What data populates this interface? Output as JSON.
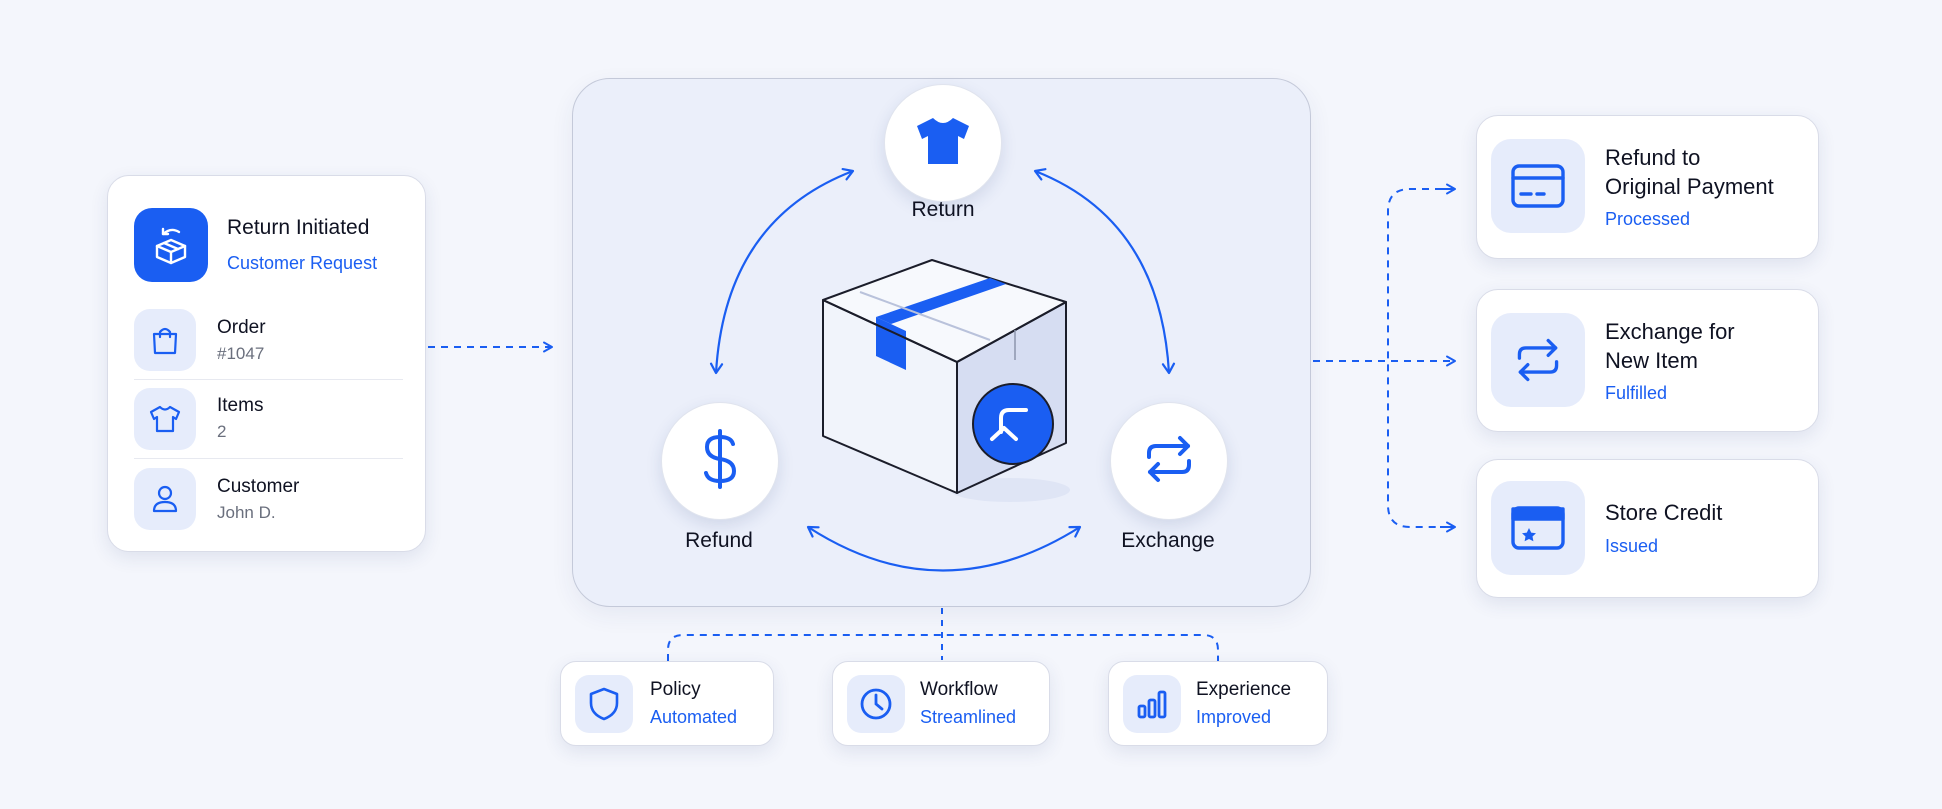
{
  "colors": {
    "accent": "#1a5ef2",
    "tile_bg": "#e6ecfb",
    "background": "#f4f6fc"
  },
  "return_card": {
    "title": "Return Initiated",
    "subtitle": "Customer Request",
    "icon": "box-return-icon",
    "rows": [
      {
        "label": "Order",
        "value": "#1047",
        "icon": "shopping-bag-icon"
      },
      {
        "label": "Items",
        "value": "2",
        "icon": "tshirt-icon"
      },
      {
        "label": "Customer",
        "value": "John D.",
        "icon": "user-icon"
      }
    ]
  },
  "cycle": {
    "center_icon": "package-return-icon",
    "nodes": {
      "return": {
        "label": "Return",
        "icon": "tshirt-icon"
      },
      "refund": {
        "label": "Refund",
        "icon": "dollar-icon"
      },
      "exchange": {
        "label": "Exchange",
        "icon": "swap-icon"
      }
    }
  },
  "outcomes": [
    {
      "title_line1": "Refund to",
      "title_line2": "Original Payment",
      "status": "Processed",
      "icon": "credit-card-icon"
    },
    {
      "title_line1": "Exchange for",
      "title_line2": "New Item",
      "status": "Fulfilled",
      "icon": "swap-icon"
    },
    {
      "title_line1": "Store Credit",
      "title_line2": "",
      "status": "Issued",
      "icon": "store-card-icon"
    }
  ],
  "benefits": [
    {
      "title": "Policy",
      "status": "Automated",
      "icon": "shield-icon"
    },
    {
      "title": "Workflow",
      "status": "Streamlined",
      "icon": "clock-icon"
    },
    {
      "title": "Experience",
      "status": "Improved",
      "icon": "bar-chart-icon"
    }
  ]
}
